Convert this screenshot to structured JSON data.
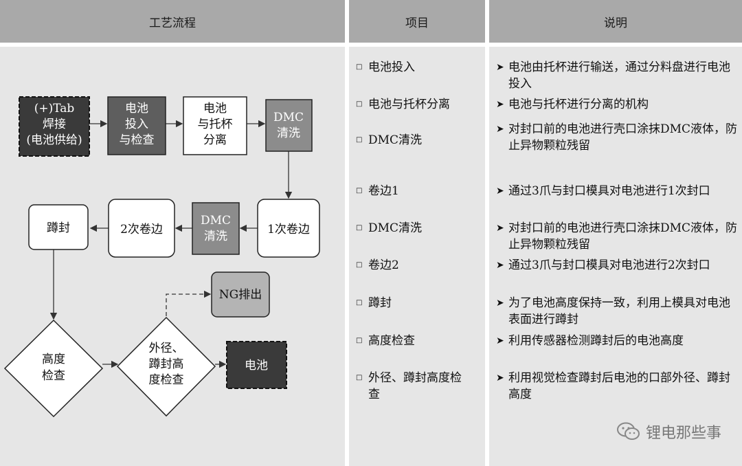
{
  "headers": {
    "process": "工艺流程",
    "item": "项目",
    "description": "说明"
  },
  "flow": {
    "tab_weld": [
      "(+)Tab",
      "焊接",
      "(电池供给)"
    ],
    "battery_input": [
      "电池",
      "投入",
      "与检查"
    ],
    "tray_separate": [
      "电池",
      "与托杯",
      "分离"
    ],
    "dmc1": [
      "DMC",
      "清洗"
    ],
    "curl1": "1次卷边",
    "dmc2": [
      "DMC",
      "清洗"
    ],
    "curl2": "2次卷边",
    "squat": "蹲封",
    "ng": "NG排出",
    "height_check": [
      "高度",
      "检查"
    ],
    "od_check": [
      "外径、",
      "蹲封高",
      "度检查"
    ],
    "battery": "电池"
  },
  "items": [
    {
      "label": "电池投入",
      "desc": "电池由托杯进行输送，通过分料盘进行电池投入"
    },
    {
      "label": "电池与托杯分离",
      "desc": "电池与托杯进行分离的机构"
    },
    {
      "label": "DMC清洗",
      "desc": "对封口前的电池进行壳口涂抹DMC液体，防止异物颗粒残留"
    },
    {
      "label": "卷边1",
      "desc": "通过3爪与封口模具对电池进行1次封口"
    },
    {
      "label": "DMC清洗",
      "desc": "对封口前的电池进行壳口涂抹DMC液体，防止异物颗粒残留"
    },
    {
      "label": "卷边2",
      "desc": "通过3爪与封口模具对电池进行2次封口"
    },
    {
      "label": "蹲封",
      "desc": "为了电池高度保持一致，利用上模具对电池表面进行蹲封"
    },
    {
      "label": "高度检查",
      "desc": "利用传感器检测蹲封后的电池高度"
    },
    {
      "label": "外径、蹲封高度检查",
      "desc": "利用视觉检查蹲封后电池的口部外径、蹲封高度"
    }
  ],
  "watermark": "锂电那些事",
  "colors": {
    "header": "#a9a9a9",
    "panel": "#e6e6e6",
    "dark_box": "#3a3a3a",
    "mid_box": "#5e5e5e",
    "gray_box": "#8c8c8c",
    "ng_box": "#b4b4b4"
  }
}
